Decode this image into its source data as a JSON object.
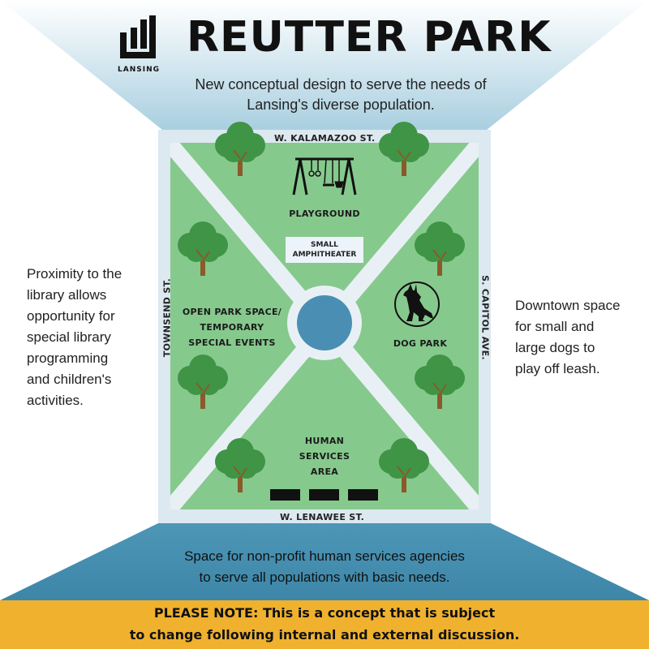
{
  "header": {
    "title": "REUTTER PARK",
    "logo_text": "LANSING",
    "subtitle_line1": "New conceptual design to serve the needs of",
    "subtitle_line2": "Lansing's diverse population."
  },
  "streets": {
    "north": "W. KALAMAZOO ST.",
    "south": "W. LENAWEE ST.",
    "west": "TOWNSEND ST.",
    "east": "S. CAPITOL AVE."
  },
  "areas": {
    "playground": "PLAYGROUND",
    "amphitheater_line1": "SMALL",
    "amphitheater_line2": "AMPHITHEATER",
    "open_space_line1": "OPEN PARK SPACE/",
    "open_space_line2": "TEMPORARY",
    "open_space_line3": "SPECIAL EVENTS",
    "dog_park": "DOG PARK",
    "human_services_line1": "HUMAN",
    "human_services_line2": "SERVICES",
    "human_services_line3": "AREA"
  },
  "left_note": [
    "Proximity to the",
    "library allows",
    "opportunity for",
    "special library",
    "programming",
    "and children's",
    "activities."
  ],
  "right_note": [
    "Downtown space",
    "for small and",
    "large dogs to",
    "play off leash."
  ],
  "bottom_note": {
    "line1": "Space for non-profit human services agencies",
    "line2": "to serve all populations with basic needs."
  },
  "disclaimer": {
    "line1": "PLEASE NOTE: This is a concept that is subject",
    "line2": "to change following internal and external discussion."
  },
  "colors": {
    "top_band": "#a9cfe0",
    "bottom_band": "#4d96b6",
    "frame": "#dce9f0",
    "grass": "#86c98d",
    "path": "#e8f0f5",
    "pond": "#4a8fb3",
    "tree_foliage": "#3f9446",
    "tree_trunk": "#8a5a2b",
    "note_band": "#efb12e"
  }
}
